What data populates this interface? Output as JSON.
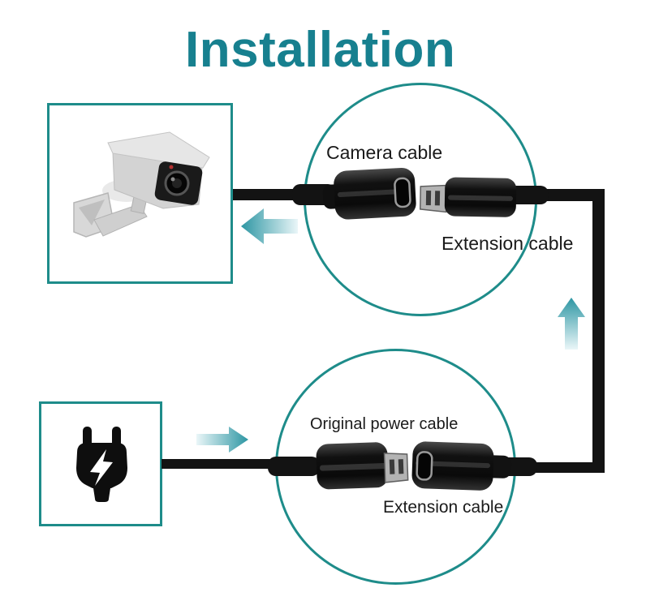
{
  "title": "Installation",
  "labels": {
    "camera_cable": "Camera cable",
    "extension_cable_top": "Extension cable",
    "original_power_cable": "Original power cable",
    "extension_cable_bottom": "Extension cable"
  },
  "icons": {
    "camera": "security-camera-illustration",
    "plug": "power-plug-icon",
    "arrow_left": "left-arrow-icon",
    "arrow_right": "right-arrow-icon",
    "arrow_up": "up-arrow-icon",
    "connector_female": "micro-usb-female-connector",
    "connector_male": "micro-usb-male-connector"
  },
  "colors": {
    "title": "#17808F",
    "outline": "#1E8C8A",
    "cable": "#131313",
    "arrowDark": "#2D96A3",
    "arrowLight": "#EAF6F8",
    "text": "#1A1A1A"
  }
}
